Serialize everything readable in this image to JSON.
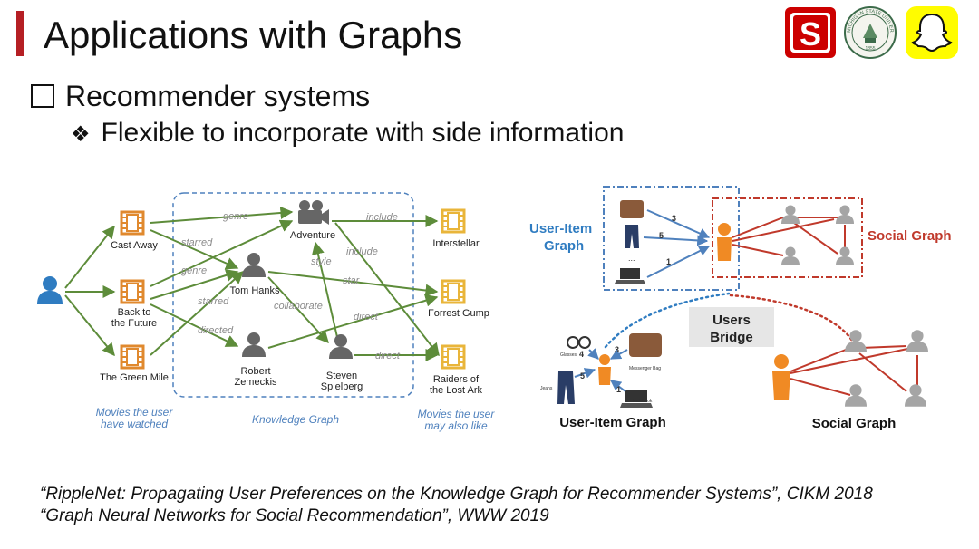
{
  "header": {
    "title": "Applications with Graphs"
  },
  "bullets": {
    "level1": "Recommender systems",
    "level2": "Flexible to incorporate with side information"
  },
  "logos": {
    "ncstate_letter": "S",
    "msu_ring": "MICHIGAN STATE UNIVERSITY",
    "msu_year": "1855"
  },
  "colors": {
    "accent": "#b51f24",
    "green_edge": "#5d8c3a",
    "blue_label": "#4f81bd",
    "film_orange": "#e0892e",
    "film_yellow": "#e9b53a",
    "social_red": "#c0392b"
  },
  "knowledge_graph": {
    "nodes": {
      "cast_away": "Cast Away",
      "back_line1": "Back to",
      "back_line2": "the Future",
      "green_mile": "The Green Mile",
      "tom_hanks": "Tom Hanks",
      "adventure": "Adventure",
      "robert_line1": "Robert",
      "robert_line2": "Zemeckis",
      "steven_line1": "Steven",
      "steven_line2": "Spielberg",
      "interstellar": "Interstellar",
      "forrest": "Forrest Gump",
      "raiders_line1": "Raiders of",
      "raiders_line2": "the Lost Ark"
    },
    "edge_labels": {
      "genre1": "genre",
      "starred1": "starred",
      "genre2": "genre",
      "starred2": "starred",
      "directed": "directed",
      "style": "style",
      "collaborate": "collaborate",
      "star": "star",
      "include1": "include",
      "include2": "include",
      "direct1": "direct",
      "direct2": "direct"
    },
    "captions": {
      "watched_line1": "Movies the user",
      "watched_line2": "have watched",
      "kg": "Knowledge Graph",
      "like_line1": "Movies the user",
      "like_line2": "may also like"
    }
  },
  "social": {
    "user_item_line1": "User-Item",
    "user_item_line2": "Graph",
    "social_graph_label": "Social Graph",
    "ratings_top": [
      "3",
      "5",
      "1"
    ],
    "ellipsis": "...",
    "bridge_line1": "Users",
    "bridge_line2": "Bridge",
    "items": {
      "glasses": "Glasses",
      "bag": "Messenger Bag",
      "jeans": "Jeans",
      "notebook": "Notebook"
    },
    "ratings_bottom": [
      "4",
      "3",
      "5",
      "1"
    ],
    "bottom_user_item": "User-Item Graph",
    "bottom_social": "Social Graph"
  },
  "references": {
    "line1": "“RippleNet: Propagating User Preferences on the Knowledge Graph for Recommender Systems”, CIKM 2018",
    "line2": "“Graph Neural Networks for Social Recommendation”, WWW 2019"
  }
}
